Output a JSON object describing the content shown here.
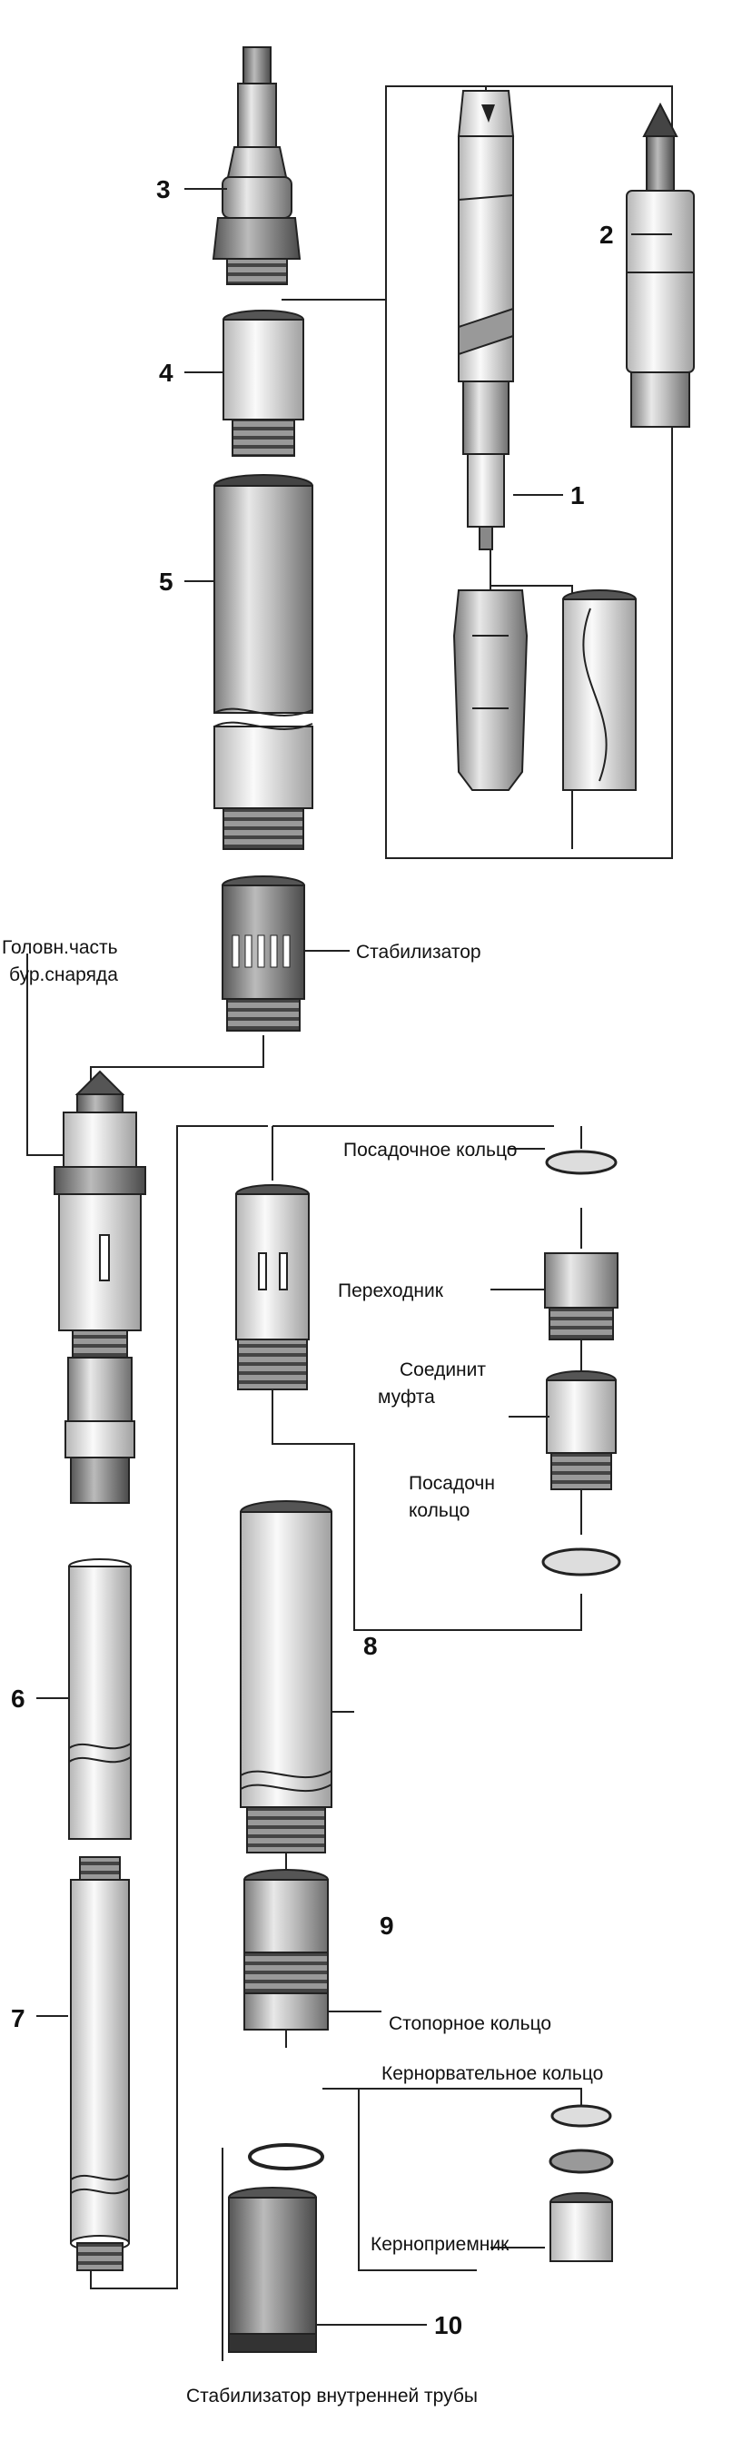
{
  "numbers": {
    "n1": "1",
    "n2": "2",
    "n3": "3",
    "n4": "4",
    "n5": "5",
    "n6": "6",
    "n7": "7",
    "n8": "8",
    "n9": "9",
    "n10": "10"
  },
  "labels": {
    "stabilizer": "Стабилизатор",
    "head_line1": "Головн.часть",
    "head_line2": "бур.снаряда",
    "landing_ring": "Посадочное кольцо",
    "adapter": "Переходник",
    "coupling_line1": "Соединит",
    "coupling_line2": "муфта",
    "landing_ring2_line1": "Посадочн",
    "landing_ring2_line2": "кольцо",
    "stop_ring": "Стопорное кольцо",
    "core_ring": "Кернорвательное кольцо",
    "core_receiver": "Керноприемник",
    "inner_stabilizer": "Стабилизатор внутренней трубы"
  },
  "colors": {
    "line": "#222222",
    "metal_dark": "#8a8a8a",
    "metal_light": "#e6e6e6"
  }
}
